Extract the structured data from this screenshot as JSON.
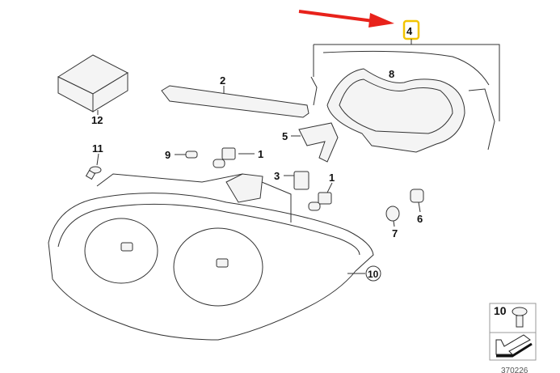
{
  "diagram": {
    "callouts": {
      "c4": "4",
      "c8": "8",
      "c2": "2",
      "c12": "12",
      "c5": "5",
      "c11": "11",
      "c9": "9",
      "c1a": "1",
      "c3": "3",
      "c1b": "1",
      "c6": "6",
      "c7": "7",
      "c10": "10"
    },
    "legend_box": {
      "number": "10"
    },
    "reference_number": "370226",
    "highlight_color": "#f2c400",
    "arrow_color": "#e8221b"
  }
}
